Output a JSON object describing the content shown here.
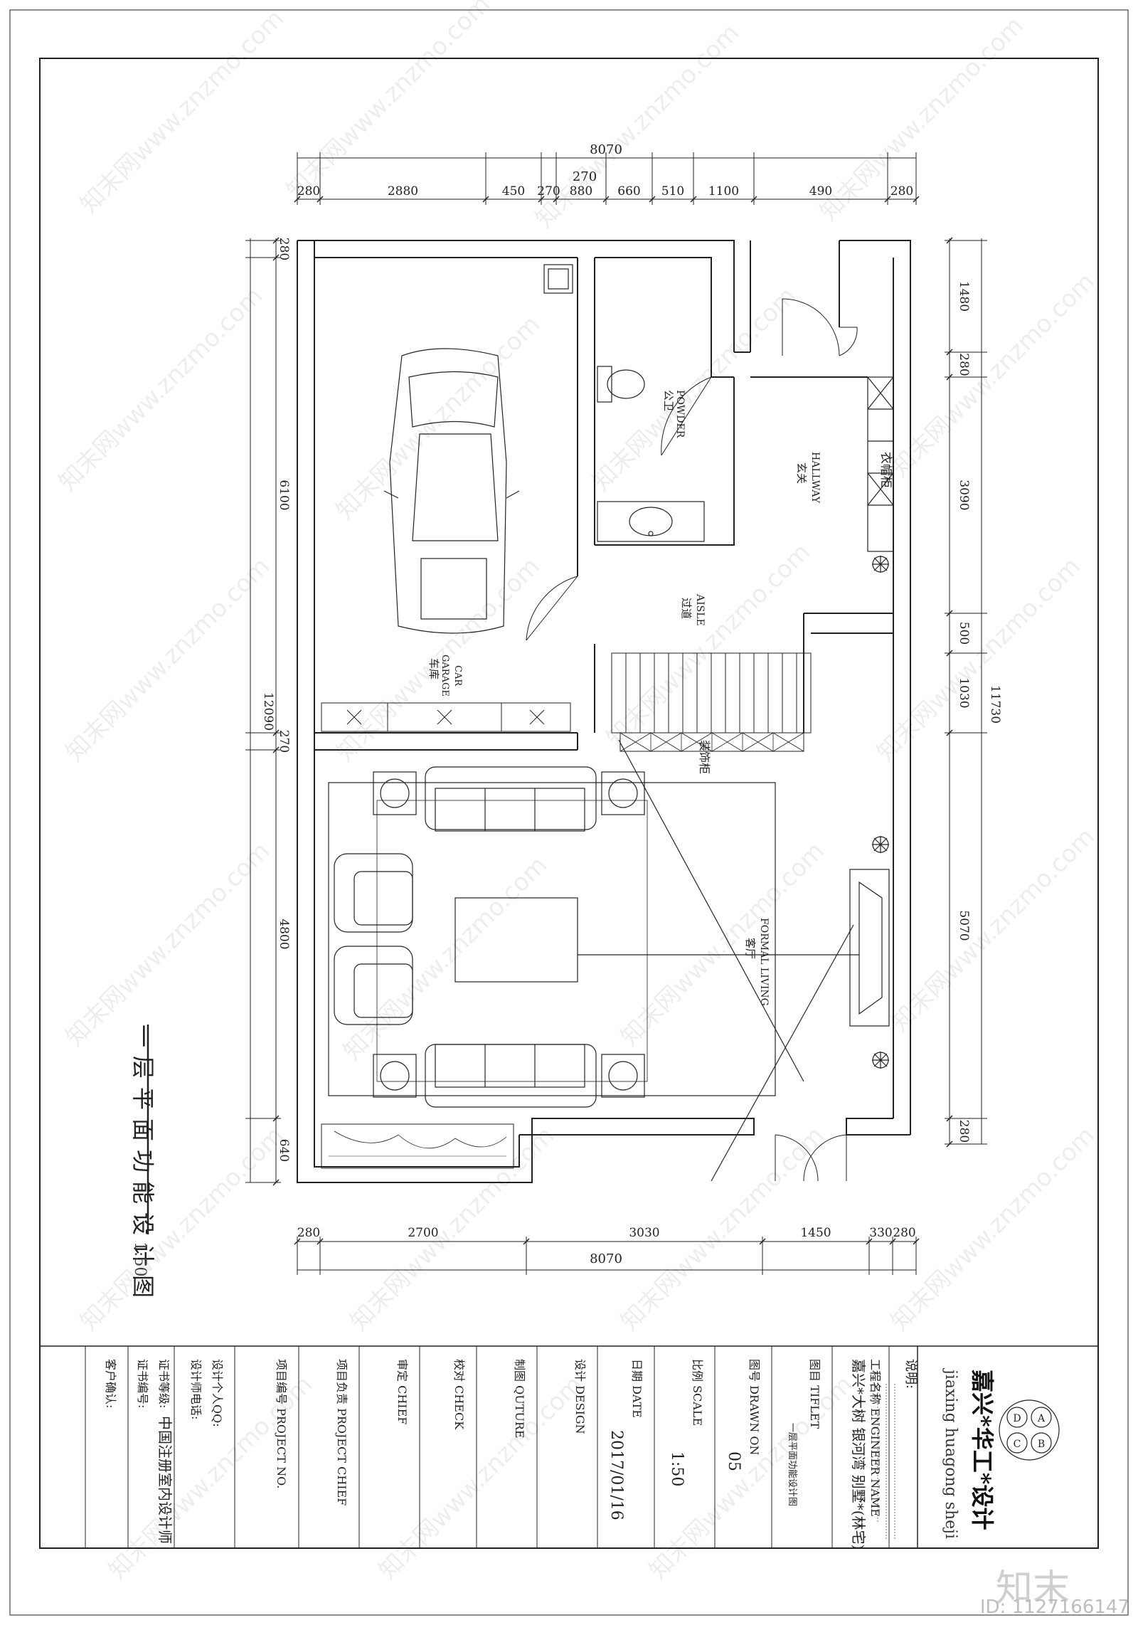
{
  "dimensions": {
    "top_total": "8070",
    "top_mid": "270",
    "top_segments": [
      "280",
      "2880",
      "450",
      "270",
      "880",
      "660",
      "510",
      "1100",
      "490",
      "280"
    ],
    "bottom_segments": [
      "280",
      "2700",
      "3030",
      "1450",
      "330",
      "280"
    ],
    "bottom_total": "8070",
    "left_segments": [
      "280",
      "6100",
      "270",
      "4800",
      "640"
    ],
    "left_total": "12090",
    "right_segments": [
      "1480",
      "280",
      "3090",
      "500",
      "1030",
      "5070",
      "280"
    ],
    "right_total": "11730"
  },
  "rooms": {
    "powder_en": "POWDER",
    "powder_cn": "公卫",
    "hallway_en": "HALLWAY",
    "hallway_cn": "玄关",
    "wardrobe_cn": "衣帽柜",
    "aisle_en": "AISLE",
    "aisle_cn": "过道",
    "garage_en1": "CAR",
    "garage_en2": "GARAGE",
    "garage_cn": "车库",
    "decor_cabinet_cn": "装饰柜",
    "living_en": "FORMAL LIVING",
    "living_cn": "客厅"
  },
  "drawing_title": "一层平面功能设计图",
  "drawing_scale": "1:50",
  "title_block": {
    "note_label": "说明:",
    "company_cn": "嘉兴*华工*设计",
    "company_en": "jiaxing huagong sheji",
    "engineer_label": "工程名称 ENGINEER NAME",
    "engineer_value": "嘉兴*大树 银河湾 别墅*(林宅)",
    "title_label": "图目 TIFLET",
    "title_value": "一层平面功能设计图",
    "drawn_label": "图号 DRAWN ON",
    "drawn_value": "05",
    "scale_label": "比例 SCALE",
    "scale_value": "1:50",
    "date_label": "日期 DATE",
    "date_value": "2017/01/16",
    "design_label": "设计 DESIGN",
    "culture_label": "制图 QUTURE",
    "check_label": "校对 CHECK",
    "chief_label": "审定 CHIEF",
    "project_chief_label": "项目负责 PROJECT CHIEF",
    "project_no_label": "项目编号 PROJECT NO.",
    "qq_label": "设计个人QQ:",
    "phone_label": "设计师电话:",
    "cert_level_label": "证书等级:",
    "cert_level_value": "中国注册室内设计师",
    "cert_no_label": "证书编号:",
    "client_label": "客户确认:",
    "logo_letters": [
      "A",
      "B",
      "C",
      "D"
    ]
  },
  "watermark": "知末网www.znzmo.com",
  "footer": {
    "brand": "知末",
    "id": "ID: 1127166147"
  }
}
